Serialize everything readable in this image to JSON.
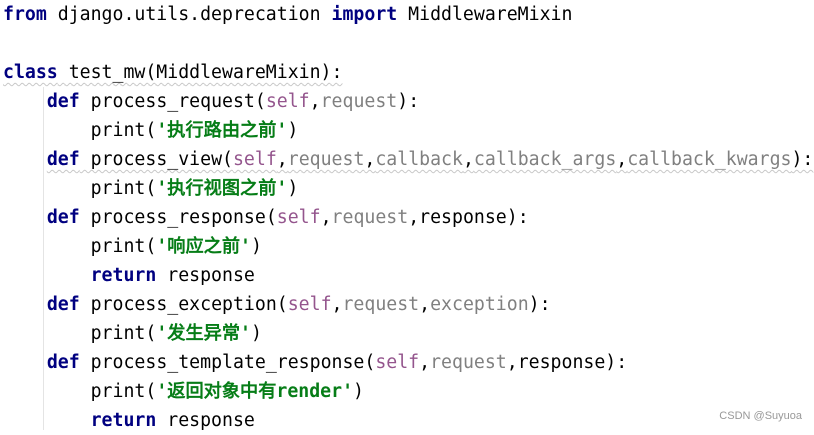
{
  "code_lines": [
    {
      "indent": 0,
      "tokens": [
        {
          "t": "from",
          "c": "kw"
        },
        {
          "t": " django.utils.deprecation ",
          "c": ""
        },
        {
          "t": "import",
          "c": "kw"
        },
        {
          "t": " MiddlewareMixin",
          "c": ""
        }
      ]
    },
    {
      "indent": 0,
      "tokens": []
    },
    {
      "indent": 0,
      "wavy": true,
      "tokens": [
        {
          "t": "class",
          "c": "kw"
        },
        {
          "t": " test_mw(MiddlewareMixin):",
          "c": ""
        }
      ]
    },
    {
      "indent": 1,
      "tokens": [
        {
          "t": "def",
          "c": "kw"
        },
        {
          "t": " process_request(",
          "c": ""
        },
        {
          "t": "self",
          "c": "self"
        },
        {
          "t": ",",
          "c": ""
        },
        {
          "t": "request",
          "c": "param"
        },
        {
          "t": "):",
          "c": ""
        }
      ]
    },
    {
      "indent": 2,
      "tokens": [
        {
          "t": "print(",
          "c": ""
        },
        {
          "t": "'执行路由之前'",
          "c": "str"
        },
        {
          "t": ")",
          "c": ""
        }
      ]
    },
    {
      "indent": 1,
      "wavy": true,
      "tokens": [
        {
          "t": "def",
          "c": "kw"
        },
        {
          "t": " process_view(",
          "c": ""
        },
        {
          "t": "self",
          "c": "self"
        },
        {
          "t": ",",
          "c": ""
        },
        {
          "t": "request",
          "c": "param"
        },
        {
          "t": ",",
          "c": ""
        },
        {
          "t": "callback",
          "c": "param"
        },
        {
          "t": ",",
          "c": ""
        },
        {
          "t": "callback_args",
          "c": "param"
        },
        {
          "t": ",",
          "c": ""
        },
        {
          "t": "callback_kwargs",
          "c": "param"
        },
        {
          "t": "):",
          "c": ""
        }
      ]
    },
    {
      "indent": 2,
      "tokens": [
        {
          "t": "print(",
          "c": ""
        },
        {
          "t": "'执行视图之前'",
          "c": "str"
        },
        {
          "t": ")",
          "c": ""
        }
      ]
    },
    {
      "indent": 1,
      "tokens": [
        {
          "t": "def",
          "c": "kw"
        },
        {
          "t": " process_response(",
          "c": ""
        },
        {
          "t": "self",
          "c": "self"
        },
        {
          "t": ",",
          "c": ""
        },
        {
          "t": "request",
          "c": "param"
        },
        {
          "t": ",response):",
          "c": ""
        }
      ]
    },
    {
      "indent": 2,
      "tokens": [
        {
          "t": "print(",
          "c": ""
        },
        {
          "t": "'响应之前'",
          "c": "str"
        },
        {
          "t": ")",
          "c": ""
        }
      ]
    },
    {
      "indent": 2,
      "tokens": [
        {
          "t": "return",
          "c": "kw"
        },
        {
          "t": " response",
          "c": ""
        }
      ]
    },
    {
      "indent": 1,
      "tokens": [
        {
          "t": "def",
          "c": "kw"
        },
        {
          "t": " process_exception(",
          "c": ""
        },
        {
          "t": "self",
          "c": "self"
        },
        {
          "t": ",",
          "c": ""
        },
        {
          "t": "request",
          "c": "param"
        },
        {
          "t": ",",
          "c": ""
        },
        {
          "t": "exception",
          "c": "param"
        },
        {
          "t": "):",
          "c": ""
        }
      ]
    },
    {
      "indent": 2,
      "tokens": [
        {
          "t": "print(",
          "c": ""
        },
        {
          "t": "'发生异常'",
          "c": "str"
        },
        {
          "t": ")",
          "c": ""
        }
      ]
    },
    {
      "indent": 1,
      "tokens": [
        {
          "t": "def",
          "c": "kw"
        },
        {
          "t": " process_template_response(",
          "c": ""
        },
        {
          "t": "self",
          "c": "self"
        },
        {
          "t": ",",
          "c": ""
        },
        {
          "t": "request",
          "c": "param"
        },
        {
          "t": ",response):",
          "c": ""
        }
      ]
    },
    {
      "indent": 2,
      "tokens": [
        {
          "t": "print(",
          "c": ""
        },
        {
          "t": "'返回对象中有render'",
          "c": "str"
        },
        {
          "t": ")",
          "c": ""
        }
      ]
    },
    {
      "indent": 2,
      "tokens": [
        {
          "t": "return",
          "c": "kw"
        },
        {
          "t": " response",
          "c": ""
        }
      ]
    }
  ],
  "watermark": "CSDN @Suyuoa"
}
